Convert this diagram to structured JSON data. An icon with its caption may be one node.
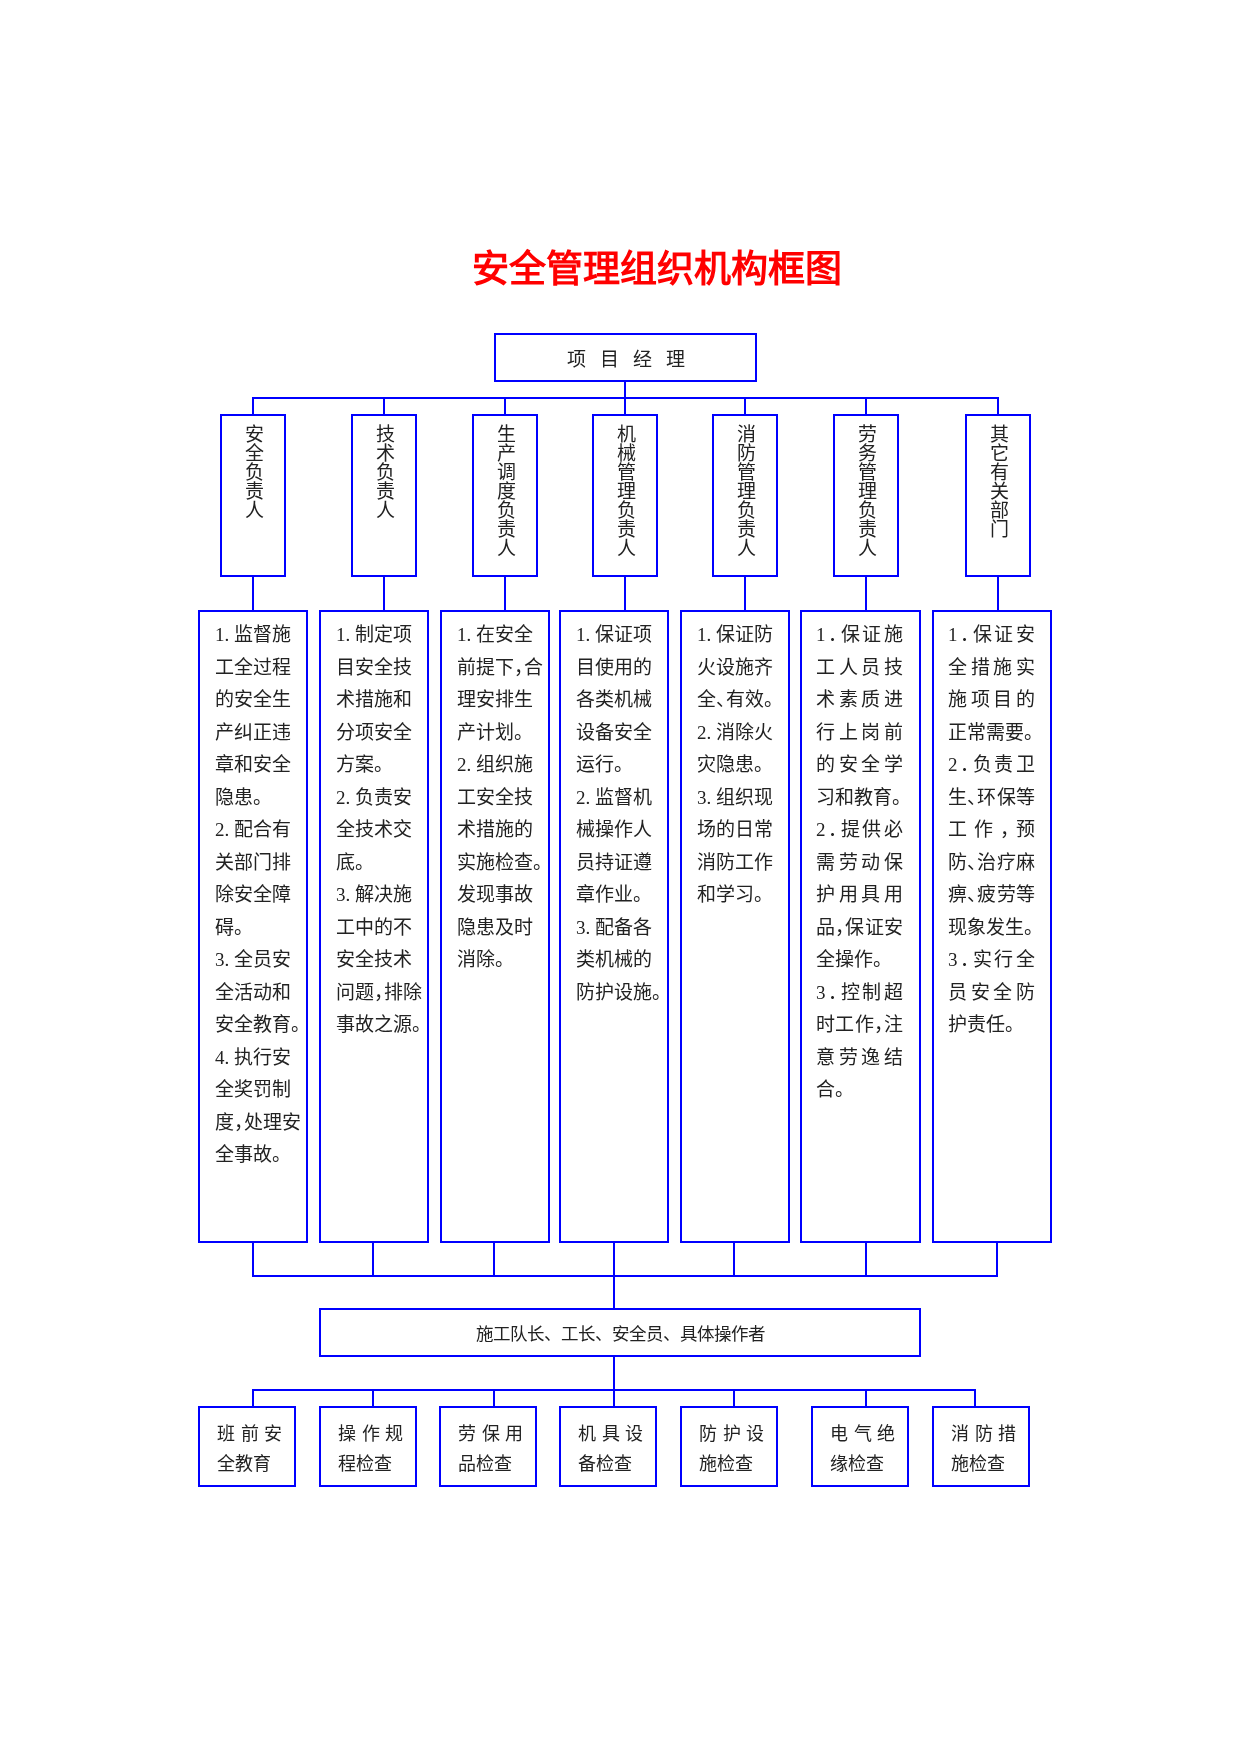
{
  "diagram": {
    "title": "安全管理组织机构框图",
    "nodes": [
      {
        "text": [
          "项目经理"
        ]
      },
      {
        "text": [
          "安全负责人"
        ]
      },
      {
        "text": [
          "技术负责人"
        ]
      },
      {
        "text": [
          "生产调度负责人"
        ]
      },
      {
        "text": [
          "机械管理负责人"
        ]
      },
      {
        "text": [
          "消防管理负责人"
        ]
      },
      {
        "text": [
          "劳务管理负责人"
        ]
      },
      {
        "text": [
          "其它有关部门"
        ]
      },
      {
        "text": [
          "1. 监督施工全过程的安全生产纠正违章和安全隐患。",
          "2. 配合有关部门排除安全障碍。",
          "3. 全员安全活动和安全教育。",
          "4. 执行安全奖罚制度，处理安全事故。"
        ]
      },
      {
        "text": [
          "1. 制定项目安全技术措施和分项安全方案。",
          "2. 负责安全技术交底。",
          "3. 解决施工中的不安全技术问题，排除事故之源。"
        ]
      },
      {
        "text": [
          "1. 在安全前提下，合理安排生产计划。",
          "2. 组织施工安全技术措施的实施检查。发现事故隐患及时消除。"
        ]
      },
      {
        "text": [
          "1. 保证项目使用的各类机械设备安全运行。",
          "2. 监督机械操作人员持证遵章作业。",
          "3. 配备各类机械的防护设施。"
        ]
      },
      {
        "text": [
          "1. 保证防火设施齐全、有效。",
          "2. 消除火灾隐患。",
          "3. 组织现场的日常消防工作和学习。"
        ]
      },
      {
        "text": [
          "1．保证施工人员技术素质进行上岗前的安全学习和教育。",
          "2．提供必需劳动保护用具用品，保证安全操作。",
          "3．控制超时工作，注意劳逸结合。"
        ]
      },
      {
        "text": [
          "1．保证安全措施实施项目的正常需要。",
          "2．负责卫生、环保等工作，预防、治疗麻痹、疲劳等现象发生。",
          "3．实行全员安全防护责任。"
        ]
      },
      {
        "text": [
          "施工队长、工长、安全员、具体操作者"
        ]
      },
      {
        "text": [
          "班前安全教育"
        ]
      },
      {
        "text": [
          "操作规程检查"
        ]
      },
      {
        "text": [
          "劳保用品检查"
        ]
      },
      {
        "text": [
          "机具设备检查"
        ]
      },
      {
        "text": [
          "防护设施检查"
        ]
      },
      {
        "text": [
          "电气绝缘检查"
        ]
      },
      {
        "text": [
          "消防措施检查"
        ]
      }
    ],
    "edges": [
      {
        "from": 0,
        "to": 1,
        "arrow": "none"
      },
      {
        "from": 0,
        "to": 2,
        "arrow": "none"
      },
      {
        "from": 0,
        "to": 3,
        "arrow": "none"
      },
      {
        "from": 0,
        "to": 4,
        "arrow": "none"
      },
      {
        "from": 0,
        "to": 5,
        "arrow": "none"
      },
      {
        "from": 0,
        "to": 6,
        "arrow": "none"
      },
      {
        "from": 0,
        "to": 7,
        "arrow": "none"
      },
      {
        "from": 1,
        "to": 8,
        "arrow": "none"
      },
      {
        "from": 2,
        "to": 9,
        "arrow": "none"
      },
      {
        "from": 3,
        "to": 10,
        "arrow": "none"
      },
      {
        "from": 4,
        "to": 11,
        "arrow": "none"
      },
      {
        "from": 5,
        "to": 12,
        "arrow": "none"
      },
      {
        "from": 6,
        "to": 13,
        "arrow": "none"
      },
      {
        "from": 7,
        "to": 14,
        "arrow": "none"
      },
      {
        "from": 8,
        "to": 15,
        "arrow": "none"
      },
      {
        "from": 9,
        "to": 15,
        "arrow": "none"
      },
      {
        "from": 10,
        "to": 15,
        "arrow": "none"
      },
      {
        "from": 11,
        "to": 15,
        "arrow": "none"
      },
      {
        "from": 12,
        "to": 15,
        "arrow": "none"
      },
      {
        "from": 13,
        "to": 15,
        "arrow": "none"
      },
      {
        "from": 14,
        "to": 15,
        "arrow": "none"
      },
      {
        "from": 15,
        "to": 16,
        "arrow": "none"
      },
      {
        "from": 15,
        "to": 17,
        "arrow": "none"
      },
      {
        "from": 15,
        "to": 18,
        "arrow": "none"
      },
      {
        "from": 15,
        "to": 19,
        "arrow": "none"
      },
      {
        "from": 15,
        "to": 20,
        "arrow": "none"
      },
      {
        "from": 15,
        "to": 21,
        "arrow": "none"
      },
      {
        "from": 15,
        "to": 22,
        "arrow": "none"
      }
    ]
  }
}
